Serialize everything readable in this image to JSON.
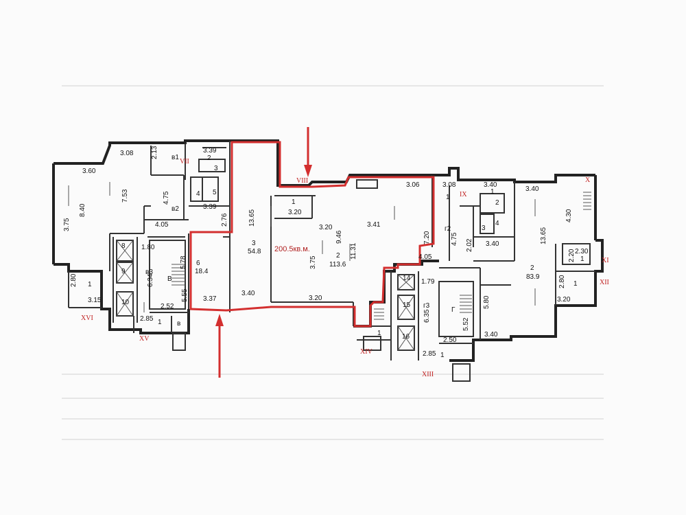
{
  "plan": {
    "highlight_area": "200.5кв.м.",
    "highlight_color": "#d32f2f",
    "wall_color": "#222222",
    "labels": [
      {
        "id": "l-308a",
        "text": "3.08"
      },
      {
        "id": "l-360",
        "text": "3.60"
      },
      {
        "id": "l-213",
        "text": "2.13"
      },
      {
        "id": "l-v1",
        "text": "в1"
      },
      {
        "id": "l-339a",
        "text": "3.39"
      },
      {
        "id": "l-2a",
        "text": "2"
      },
      {
        "id": "l-3a",
        "text": "3"
      },
      {
        "id": "l-5a",
        "text": "5"
      },
      {
        "id": "l-4a",
        "text": "4"
      },
      {
        "id": "l-339b",
        "text": "3.39"
      },
      {
        "id": "l-753",
        "text": "7.53"
      },
      {
        "id": "l-475a",
        "text": "4.75"
      },
      {
        "id": "l-v2",
        "text": "в2"
      },
      {
        "id": "l-840",
        "text": "8.40"
      },
      {
        "id": "l-375a",
        "text": "3.75"
      },
      {
        "id": "l-405a",
        "text": "4.05"
      },
      {
        "id": "l-180",
        "text": "1.80"
      },
      {
        "id": "l-v3",
        "text": "в3"
      },
      {
        "id": "l-634",
        "text": "6.34"
      },
      {
        "id": "l-B",
        "text": "В"
      },
      {
        "id": "l-555",
        "text": "5.55"
      },
      {
        "id": "l-252",
        "text": "2.52"
      },
      {
        "id": "l-280a",
        "text": "2.80"
      },
      {
        "id": "l-1a",
        "text": "1"
      },
      {
        "id": "l-315",
        "text": "3.15"
      },
      {
        "id": "l-285a",
        "text": "2.85"
      },
      {
        "id": "l-1b",
        "text": "1"
      },
      {
        "id": "l-Bb",
        "text": "в"
      },
      {
        "id": "l-276",
        "text": "2.76"
      },
      {
        "id": "l-1365a",
        "text": "13.65"
      },
      {
        "id": "l-3n",
        "text": "3"
      },
      {
        "id": "l-548",
        "text": "54.8"
      },
      {
        "id": "l-6n",
        "text": "6"
      },
      {
        "id": "l-184",
        "text": "18.4"
      },
      {
        "id": "l-578",
        "text": "5.78"
      },
      {
        "id": "l-340a",
        "text": "3.40"
      },
      {
        "id": "l-337",
        "text": "3.37"
      },
      {
        "id": "l-1c",
        "text": "1"
      },
      {
        "id": "l-320a",
        "text": "3.20"
      },
      {
        "id": "l-320b",
        "text": "3.20"
      },
      {
        "id": "l-946",
        "text": "9.46"
      },
      {
        "id": "l-341",
        "text": "3.41"
      },
      {
        "id": "l-306",
        "text": "3.06"
      },
      {
        "id": "l-375b",
        "text": "3.75"
      },
      {
        "id": "l-2n",
        "text": "2"
      },
      {
        "id": "l-1136",
        "text": "113.6"
      },
      {
        "id": "l-1131",
        "text": "11.31"
      },
      {
        "id": "l-720",
        "text": "7.20"
      },
      {
        "id": "l-320c",
        "text": "3.20"
      },
      {
        "id": "l-405b",
        "text": "4.05"
      },
      {
        "id": "l-179",
        "text": "1.79"
      },
      {
        "id": "l-g3",
        "text": "г3"
      },
      {
        "id": "l-635",
        "text": "6.35"
      },
      {
        "id": "l-1d",
        "text": "1"
      },
      {
        "id": "l-285b",
        "text": "2.85"
      },
      {
        "id": "l-1e",
        "text": "1"
      },
      {
        "id": "l-G",
        "text": "Г"
      },
      {
        "id": "l-580",
        "text": "5.80"
      },
      {
        "id": "l-552",
        "text": "5.52"
      },
      {
        "id": "l-250",
        "text": "2.50"
      },
      {
        "id": "l-340b",
        "text": "3.40"
      },
      {
        "id": "l-308b",
        "text": "3.08"
      },
      {
        "id": "l-1f",
        "text": "1"
      },
      {
        "id": "l-g2",
        "text": "г2"
      },
      {
        "id": "l-475b",
        "text": "4.75"
      },
      {
        "id": "l-202",
        "text": "2.02"
      },
      {
        "id": "l-340c",
        "text": "3.40"
      },
      {
        "id": "l-1g",
        "text": "1"
      },
      {
        "id": "l-2b",
        "text": "2"
      },
      {
        "id": "l-3b",
        "text": "3"
      },
      {
        "id": "l-4b",
        "text": "4"
      },
      {
        "id": "l-340d",
        "text": "3.40"
      },
      {
        "id": "l-340e",
        "text": "3.40"
      },
      {
        "id": "l-1365b",
        "text": "13.65"
      },
      {
        "id": "l-2c",
        "text": "2"
      },
      {
        "id": "l-839",
        "text": "83.9"
      },
      {
        "id": "l-430",
        "text": "4.30"
      },
      {
        "id": "l-230",
        "text": "2.30"
      },
      {
        "id": "l-220",
        "text": "2.20"
      },
      {
        "id": "l-1h",
        "text": "1"
      },
      {
        "id": "l-280b",
        "text": "2.80"
      },
      {
        "id": "l-1i",
        "text": "1"
      },
      {
        "id": "l-320d",
        "text": "3.20"
      }
    ],
    "roman_marks": [
      {
        "id": "r-VII",
        "text": "VII"
      },
      {
        "id": "r-VIIb",
        "text": "VIII"
      },
      {
        "id": "r-IX",
        "text": "IX"
      },
      {
        "id": "r-X",
        "text": "X"
      },
      {
        "id": "r-XI",
        "text": "XI"
      },
      {
        "id": "r-XII",
        "text": "XII"
      },
      {
        "id": "r-XIII",
        "text": "XIII"
      },
      {
        "id": "r-XIV",
        "text": "XIV"
      },
      {
        "id": "r-XV",
        "text": "XV"
      },
      {
        "id": "r-XVI",
        "text": "XVI"
      }
    ],
    "elevator_numbers": [
      "8",
      "9",
      "10",
      "14",
      "15",
      "16"
    ]
  }
}
